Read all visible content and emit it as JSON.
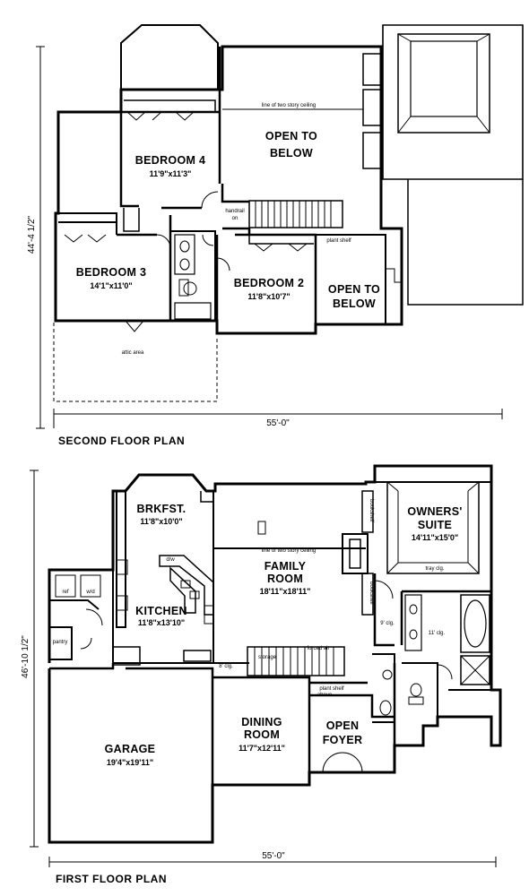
{
  "second_floor": {
    "title": "SECOND FLOOR PLAN",
    "overall_width": "55'-0\"",
    "overall_depth": "44'-4 1/2\"",
    "rooms": {
      "bedroom4": {
        "name": "BEDROOM 4",
        "dims": "11'9\"x11'3\""
      },
      "open_to_below_top": {
        "line1": "OPEN TO",
        "line2": "BELOW"
      },
      "bedroom3": {
        "name": "BEDROOM 3",
        "dims": "14'1\"x11'0\""
      },
      "bedroom2": {
        "name": "BEDROOM 2",
        "dims": "11'8\"x10'7\""
      },
      "open_to_below_right": {
        "line1": "OPEN TO",
        "line2": "BELOW"
      }
    },
    "notes": {
      "ceiling_line": "line of two story ceiling",
      "handrail": "handrail",
      "handrail_on": "on",
      "plant_shelf": "plant shelf",
      "attic": "attic area"
    }
  },
  "first_floor": {
    "title": "FIRST FLOOR PLAN",
    "overall_width": "55'-0\"",
    "overall_depth": "46'-10 1/2\"",
    "rooms": {
      "breakfast": {
        "name": "BRKFST.",
        "dims": "11'8\"x10'0\""
      },
      "kitchen": {
        "name": "KITCHEN",
        "dims": "11'8\"x13'10\""
      },
      "family_room": {
        "name": "FAMILY",
        "name2": "ROOM",
        "dims": "18'11\"x18'11\""
      },
      "owners_suite": {
        "name": "OWNERS'",
        "name2": "SUITE",
        "dims": "14'11\"x15'0\""
      },
      "garage": {
        "name": "GARAGE",
        "dims": "19'4\"x19'11\""
      },
      "dining_room": {
        "name": "DINING",
        "name2": "ROOM",
        "dims": "11'7\"x12'11\""
      },
      "open_foyer": {
        "name": "OPEN",
        "name2": "FOYER"
      }
    },
    "notes": {
      "ceiling_line": "line of two story ceiling",
      "tray_clg": "tray clg.",
      "clg9": "9' clg.",
      "clg11": "11' clg.",
      "clg8": "8' clg.",
      "plant_shelf": "plant shelf",
      "plant_shelf_above": "above",
      "bookshelf_left": "bookshelf",
      "bookshelf_right": "bookshelf",
      "pantry": "pantry",
      "dw": "d/w",
      "forced_air": "forced air",
      "storage": "storage",
      "ref": "ref",
      "wd": "w/d"
    }
  }
}
